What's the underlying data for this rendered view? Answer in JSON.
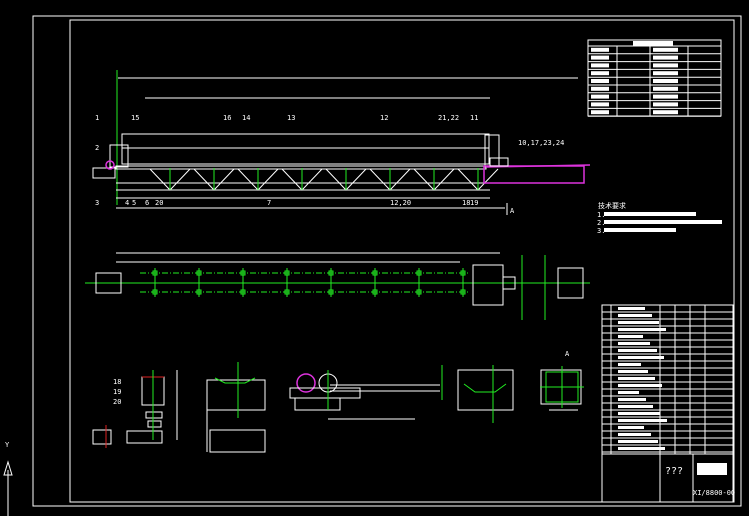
{
  "viewer": {
    "ucs_axis_label": "Y"
  },
  "drawing": {
    "part_labels": [
      "1",
      "2",
      "3",
      "4",
      "5",
      "6",
      "7",
      "11",
      "12",
      "13",
      "14",
      "15",
      "16",
      "18",
      "19",
      "20",
      "21,22",
      "10,17,23,24",
      "12,20"
    ],
    "section_marker": "A",
    "section_view_label": "A",
    "side_view_labels": [
      "18",
      "19",
      "20"
    ],
    "notes_title": "技术要求",
    "notes": [
      "1.",
      "2.",
      "3."
    ],
    "title_block": {
      "title": "???",
      "drawing_number": "XI/8800-00"
    }
  },
  "colors": {
    "background": "#000000",
    "lines": "#ffffff",
    "centerlines": "#22ee22",
    "highlight": "#dd33dd",
    "accent": "#dd2222"
  }
}
